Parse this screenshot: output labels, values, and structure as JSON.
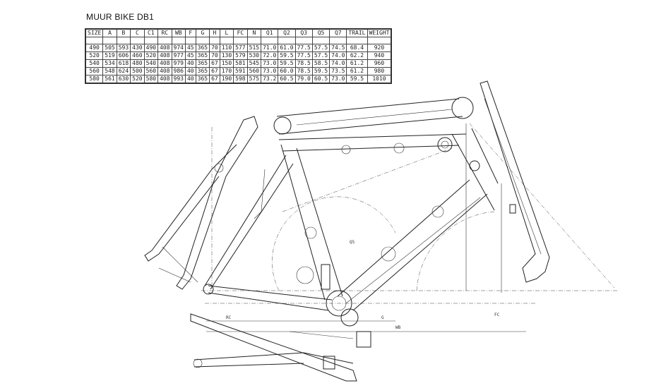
{
  "title": "MUUR BIKE DB1",
  "table": {
    "headers": [
      "SIZE",
      "A",
      "B",
      "C",
      "C1",
      "RC",
      "WB",
      "F",
      "G",
      "H",
      "L",
      "FC",
      "N",
      "Q1",
      "Q2",
      "Q3",
      "Q5",
      "Q7",
      "TRAIL",
      "WEIGHT"
    ],
    "rows": [
      [
        "490",
        "505",
        "593",
        "430",
        "490",
        "408",
        "974",
        "45",
        "365",
        "70",
        "110",
        "577",
        "515",
        "71.0",
        "61.0",
        "77.5",
        "57.5",
        "74.5",
        "68.4",
        "920"
      ],
      [
        "520",
        "519",
        "606",
        "460",
        "520",
        "408",
        "977",
        "45",
        "365",
        "70",
        "130",
        "579",
        "530",
        "72.0",
        "59.5",
        "77.5",
        "57.5",
        "74.0",
        "62.2",
        "940"
      ],
      [
        "540",
        "534",
        "618",
        "480",
        "540",
        "408",
        "979",
        "40",
        "365",
        "67",
        "150",
        "581",
        "545",
        "73.0",
        "59.5",
        "78.5",
        "58.5",
        "74.0",
        "61.2",
        "960"
      ],
      [
        "560",
        "548",
        "624",
        "500",
        "560",
        "408",
        "986",
        "40",
        "365",
        "67",
        "170",
        "591",
        "560",
        "73.0",
        "60.0",
        "78.5",
        "59.5",
        "73.5",
        "61.2",
        "980"
      ],
      [
        "580",
        "561",
        "630",
        "520",
        "580",
        "408",
        "993",
        "40",
        "365",
        "67",
        "190",
        "598",
        "575",
        "73.2",
        "60.5",
        "79.0",
        "60.5",
        "73.0",
        "59.5",
        "1010"
      ]
    ]
  },
  "drawing_labels": {
    "rc": "RC",
    "fc": "FC",
    "wb": "WB",
    "q5": "Q5",
    "g": "G"
  }
}
